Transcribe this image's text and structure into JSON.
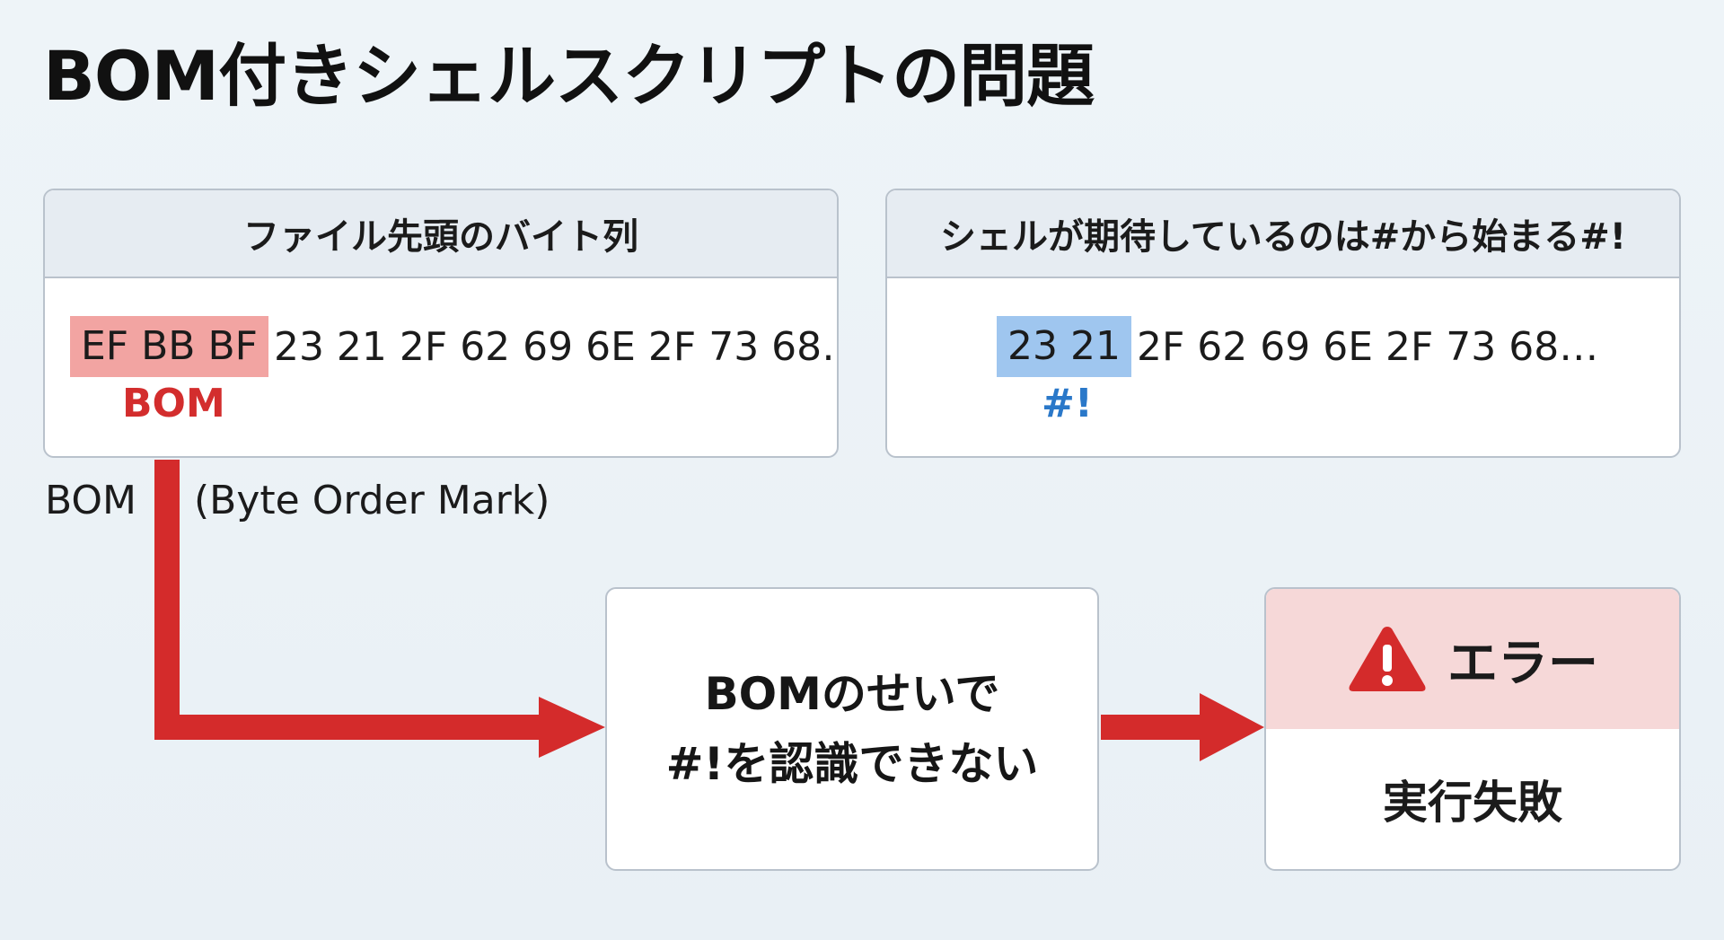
{
  "title": "BOM付きシェルスクリプトの問題",
  "left_panel": {
    "header": "ファイル先頭のバイト列",
    "highlight_bytes": "EF BB BF",
    "rest_bytes": "23 21 2F 62 69 6E 2F 73 68…",
    "label": "BOM"
  },
  "right_panel": {
    "header": "シェルが期待しているのは#から始まる#!",
    "highlight_bytes": "23 21",
    "rest_bytes": "2F 62 69 6E 2F 73 68…",
    "label": "#!"
  },
  "bom_note": {
    "term": "BOM",
    "expansion": "(Byte Order Mark)"
  },
  "cause_box": {
    "line1": "BOMのせいで",
    "line2": "#!を認識できない"
  },
  "error_box": {
    "title": "エラー",
    "result": "実行失敗",
    "icon": "warning-icon"
  },
  "colors": {
    "arrow_red": "#d42b2b",
    "bom_highlight": "#f2a4a2",
    "shebang_highlight": "#9fc6ef",
    "error_header": "#f6d8d8",
    "bom_label": "#d32d2d",
    "shebang_label": "#2a78c9"
  }
}
